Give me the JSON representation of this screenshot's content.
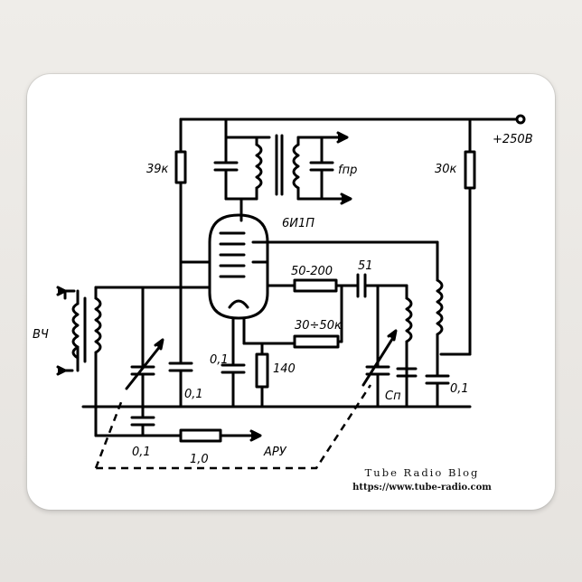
{
  "diagram": {
    "tube_label": "6И1П",
    "supply_label": "+250В",
    "labels": {
      "r_plate_left": "39к",
      "r_plate_right": "30к",
      "fpr": "fпр",
      "res_50_200": "50-200",
      "cap_51": "51",
      "res_30_50k": "30÷50к",
      "res_140": "140",
      "c_grid_01": "0,1",
      "c_left_01": "0,1",
      "c_bottom_01": "0,1",
      "c_right_01": "0,1",
      "cn": "Cп",
      "r_1_0": "1,0",
      "agc": "АРУ",
      "rf_input": "ВЧ"
    }
  },
  "branding": {
    "title": "Tube Radio Blog",
    "url": "https://www.tube-radio.com"
  }
}
